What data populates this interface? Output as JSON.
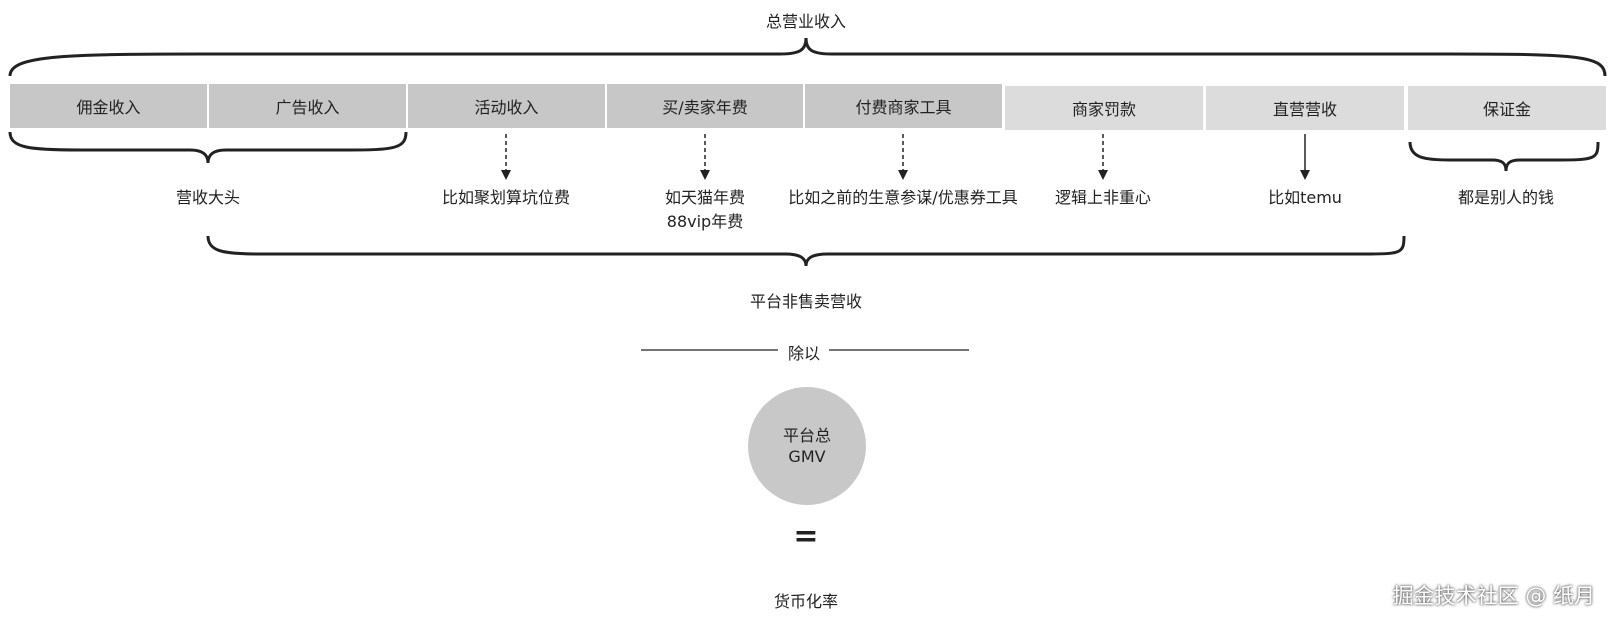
{
  "top_label": "总营业收入",
  "revenue_items": [
    {
      "label": "佣金收入"
    },
    {
      "label": "广告收入"
    },
    {
      "label": "活动收入"
    },
    {
      "label": "买/卖家年费"
    },
    {
      "label": "付费商家工具"
    },
    {
      "label": "商家罚款"
    },
    {
      "label": "直营营收"
    },
    {
      "label": "保证金"
    }
  ],
  "notes": {
    "main_revenue": "营收大头",
    "activity": "比如聚划算坑位费",
    "fee_line1": "如天猫年费",
    "fee_line2": "88vip年费",
    "tools": "比如之前的生意参谋/优惠券工具",
    "penalty": "逻辑上非重心",
    "direct": "比如temu",
    "deposit": "都是别人的钱"
  },
  "non_sales_revenue": "平台非售卖营收",
  "divide_label": "除以",
  "gmv_line1": "平台总",
  "gmv_line2": "GMV",
  "equals": "=",
  "result": "货币化率",
  "watermark": "掘金技术社区 @ 纸月"
}
